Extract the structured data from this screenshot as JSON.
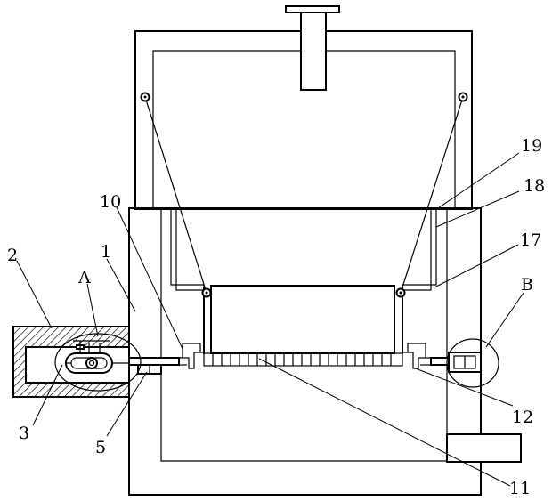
{
  "labels": {
    "l1": "1",
    "l2": "2",
    "l3": "3",
    "l5": "5",
    "l10": "10",
    "l11": "11",
    "l12": "12",
    "l17": "17",
    "l18": "18",
    "l19": "19",
    "lA": "A",
    "lB": "B"
  },
  "colors": {
    "line": "#000000",
    "hatch": "#000000",
    "background": "#ffffff"
  }
}
